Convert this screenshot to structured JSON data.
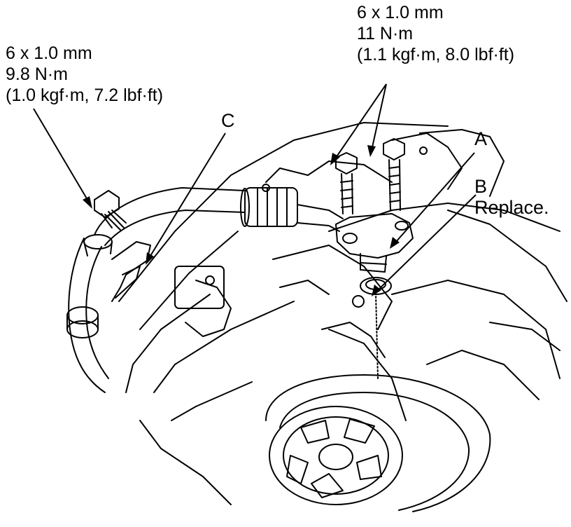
{
  "callouts": {
    "left_bolt": {
      "size": "6 x 1.0 mm",
      "torque_nm": "9.8 N·m",
      "torque_alt": "(1.0 kgf·m, 7.2 lbf·ft)"
    },
    "right_bolts": {
      "size": "6 x 1.0 mm",
      "torque_nm": "11 N·m",
      "torque_alt": "(1.1 kgf·m, 8.0 lbf·ft)"
    },
    "part_a": {
      "letter": "A"
    },
    "part_b": {
      "letter": "B",
      "note": "Replace."
    },
    "part_c": {
      "letter": "C"
    }
  },
  "colors": {
    "ink": "#000000",
    "paper": "#ffffff"
  }
}
